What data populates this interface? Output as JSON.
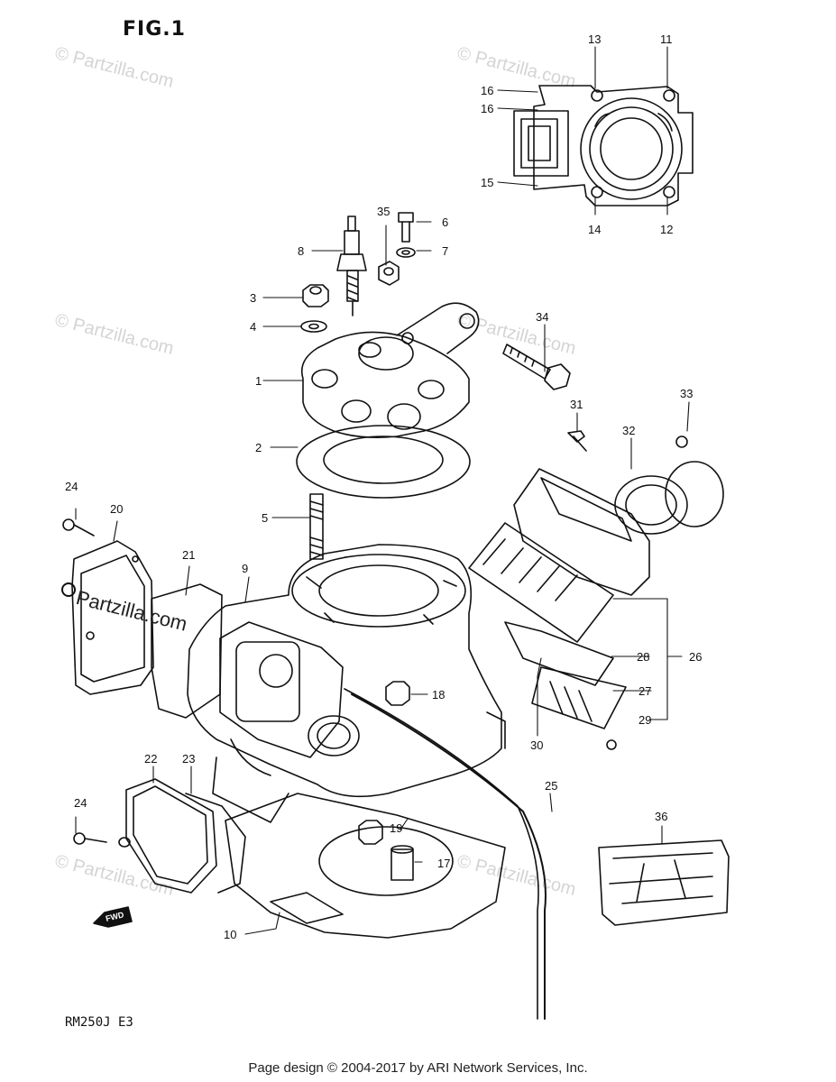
{
  "figure": {
    "title": "FIG.1",
    "model_code": "RM250J E3"
  },
  "footer": {
    "text": "Page design © 2004-2017 by ARI Network Services, Inc."
  },
  "branding": {
    "logo_text": "Partzilla.com",
    "watermark_text": "© Partzilla.com"
  },
  "fwd_label": "FWD",
  "callouts": [
    "1",
    "2",
    "3",
    "4",
    "5",
    "6",
    "7",
    "8",
    "9",
    "10",
    "11",
    "12",
    "13",
    "14",
    "15",
    "16",
    "17",
    "18",
    "19",
    "20",
    "21",
    "22",
    "23",
    "24",
    "25",
    "26",
    "27",
    "28",
    "29",
    "30",
    "31",
    "32",
    "33",
    "34",
    "35",
    "36"
  ]
}
